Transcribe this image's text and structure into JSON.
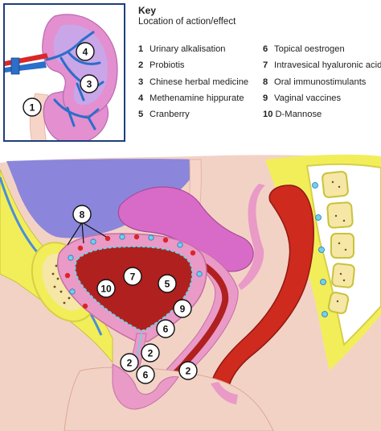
{
  "key": {
    "title": "Key",
    "subtitle": "Location of action/effect",
    "items": [
      {
        "num": "1",
        "label": "Urinary alkalisation"
      },
      {
        "num": "2",
        "label": "Probiotis"
      },
      {
        "num": "3",
        "label": "Chinese herbal medicine"
      },
      {
        "num": "4",
        "label": "Methenamine hippurate"
      },
      {
        "num": "5",
        "label": "Cranberry"
      },
      {
        "num": "6",
        "label": "Topical oestrogen"
      },
      {
        "num": "7",
        "label": "Intravesical hyaluronic acid"
      },
      {
        "num": "8",
        "label": "Oral immunostimulants"
      },
      {
        "num": "9",
        "label": "Vaginal vaccines"
      },
      {
        "num": "10",
        "label": "D-Mannose"
      }
    ]
  },
  "kidney_callouts": [
    "1",
    "3",
    "4"
  ],
  "pelvis_callouts": [
    "8",
    "7",
    "10",
    "5",
    "9",
    "6",
    "2",
    "2",
    "6",
    "2"
  ],
  "colors": {
    "frame_blue": "#1f3f7a",
    "kidney_pink": "#e38fd0",
    "kidney_inner": "#c9a6e8",
    "vessel_blue": "#2a6fc9",
    "artery_red": "#d9262a",
    "bladder_wall": "#e99ac7",
    "bladder_lumen": "#b0201f",
    "rectum": "#cf2a1e",
    "uterus": "#d96bc8",
    "abdomen_purple": "#8b86db",
    "fat_yellow": "#f2ee5a",
    "skin": "#f3d2c6"
  }
}
